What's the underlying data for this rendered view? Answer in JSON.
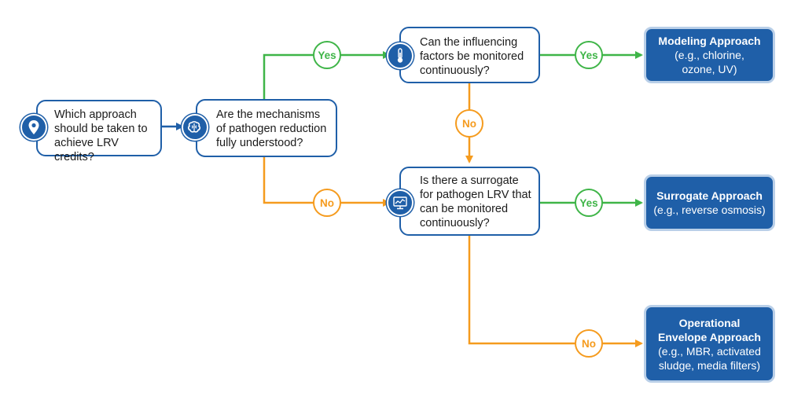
{
  "colors": {
    "blue": "#1f5fa8",
    "green": "#3fb548",
    "orange": "#f59b1e",
    "outcome_border": "#b9cfe8"
  },
  "questions": {
    "start": {
      "text": "Which approach\nshould be taken to\nachieve LRV credits?",
      "icon": "location-pin-icon"
    },
    "mechanisms": {
      "text": "Are the mechanisms\nof pathogen reduction\nfully understood?",
      "icon": "brain-icon"
    },
    "factors": {
      "text": "Can the influencing\nfactors be monitored\ncontinuously?",
      "icon": "thermometer-icon"
    },
    "surrogate": {
      "text": "Is there a surrogate\nfor pathogen LRV that\ncan be monitored\ncontinuously?",
      "icon": "monitor-chart-icon"
    }
  },
  "outcomes": {
    "modeling": {
      "title": "Modeling Approach",
      "detail": "(e.g., chlorine,\nozone, UV)"
    },
    "surrogate": {
      "title": "Surrogate Approach",
      "detail": "(e.g., reverse osmosis)"
    },
    "operational": {
      "title": "Operational\nEnvelope Approach",
      "detail": "(e.g., MBR, activated\nsludge, media filters)"
    }
  },
  "labels": {
    "mech_yes": "Yes",
    "factors_yes": "Yes",
    "factors_no": "No",
    "mech_no": "No",
    "surrogate_yes": "Yes",
    "surrogate_no": "No"
  }
}
